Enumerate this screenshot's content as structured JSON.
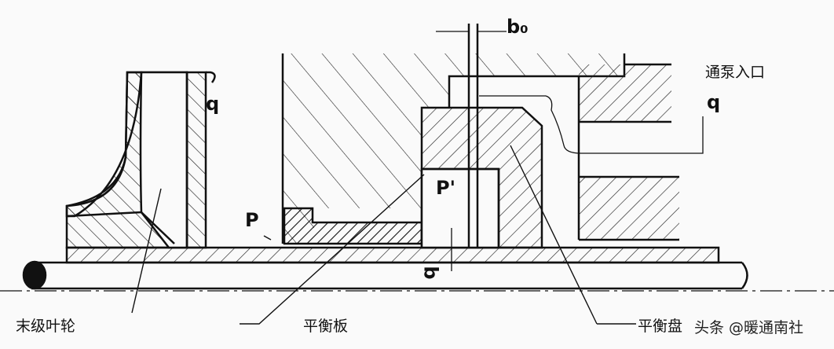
{
  "labels": {
    "b0": "b₀",
    "inlet": "通泵入口",
    "q_left": "q",
    "q_right": "q",
    "p": "P",
    "p_prime": "P'",
    "b": "b",
    "last_impeller": "末级叶轮",
    "balance_plate": "平衡板",
    "balance_disc": "平衡盘"
  },
  "watermark": "头条 @暖通南社",
  "colors": {
    "line": "#111111",
    "background": "#fafafa"
  }
}
